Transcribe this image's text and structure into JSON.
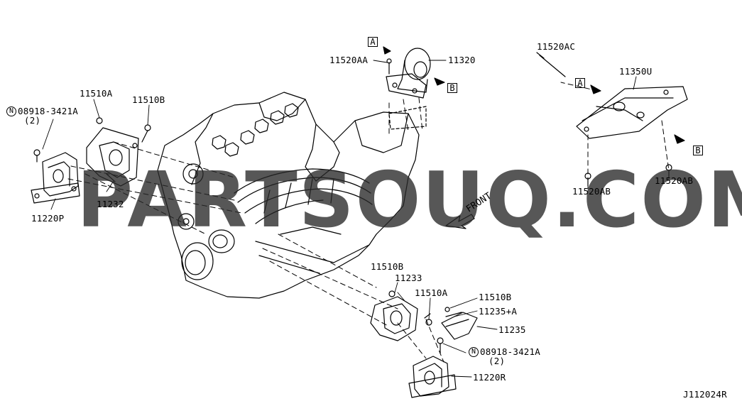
{
  "watermark": "PARTSOUQ.COM",
  "diagram_id": "J112024R",
  "direction_label": "FRONT",
  "box_markers": {
    "a": "A",
    "b": "B"
  },
  "nut_marker": "N",
  "parts": {
    "p11520AC": "11520AC",
    "p11350U": "11350U",
    "p11520AA": "11520AA",
    "p11320": "11320",
    "p11520AB": "11520AB",
    "p11510A": "11510A",
    "p11510B": "11510B",
    "p08918": "08918-3421A",
    "qty2": "(2)",
    "p11232": "11232",
    "p11220P": "11220P",
    "p11233": "11233",
    "p11235A": "11235+A",
    "p11235": "11235",
    "p11220R": "11220R"
  }
}
